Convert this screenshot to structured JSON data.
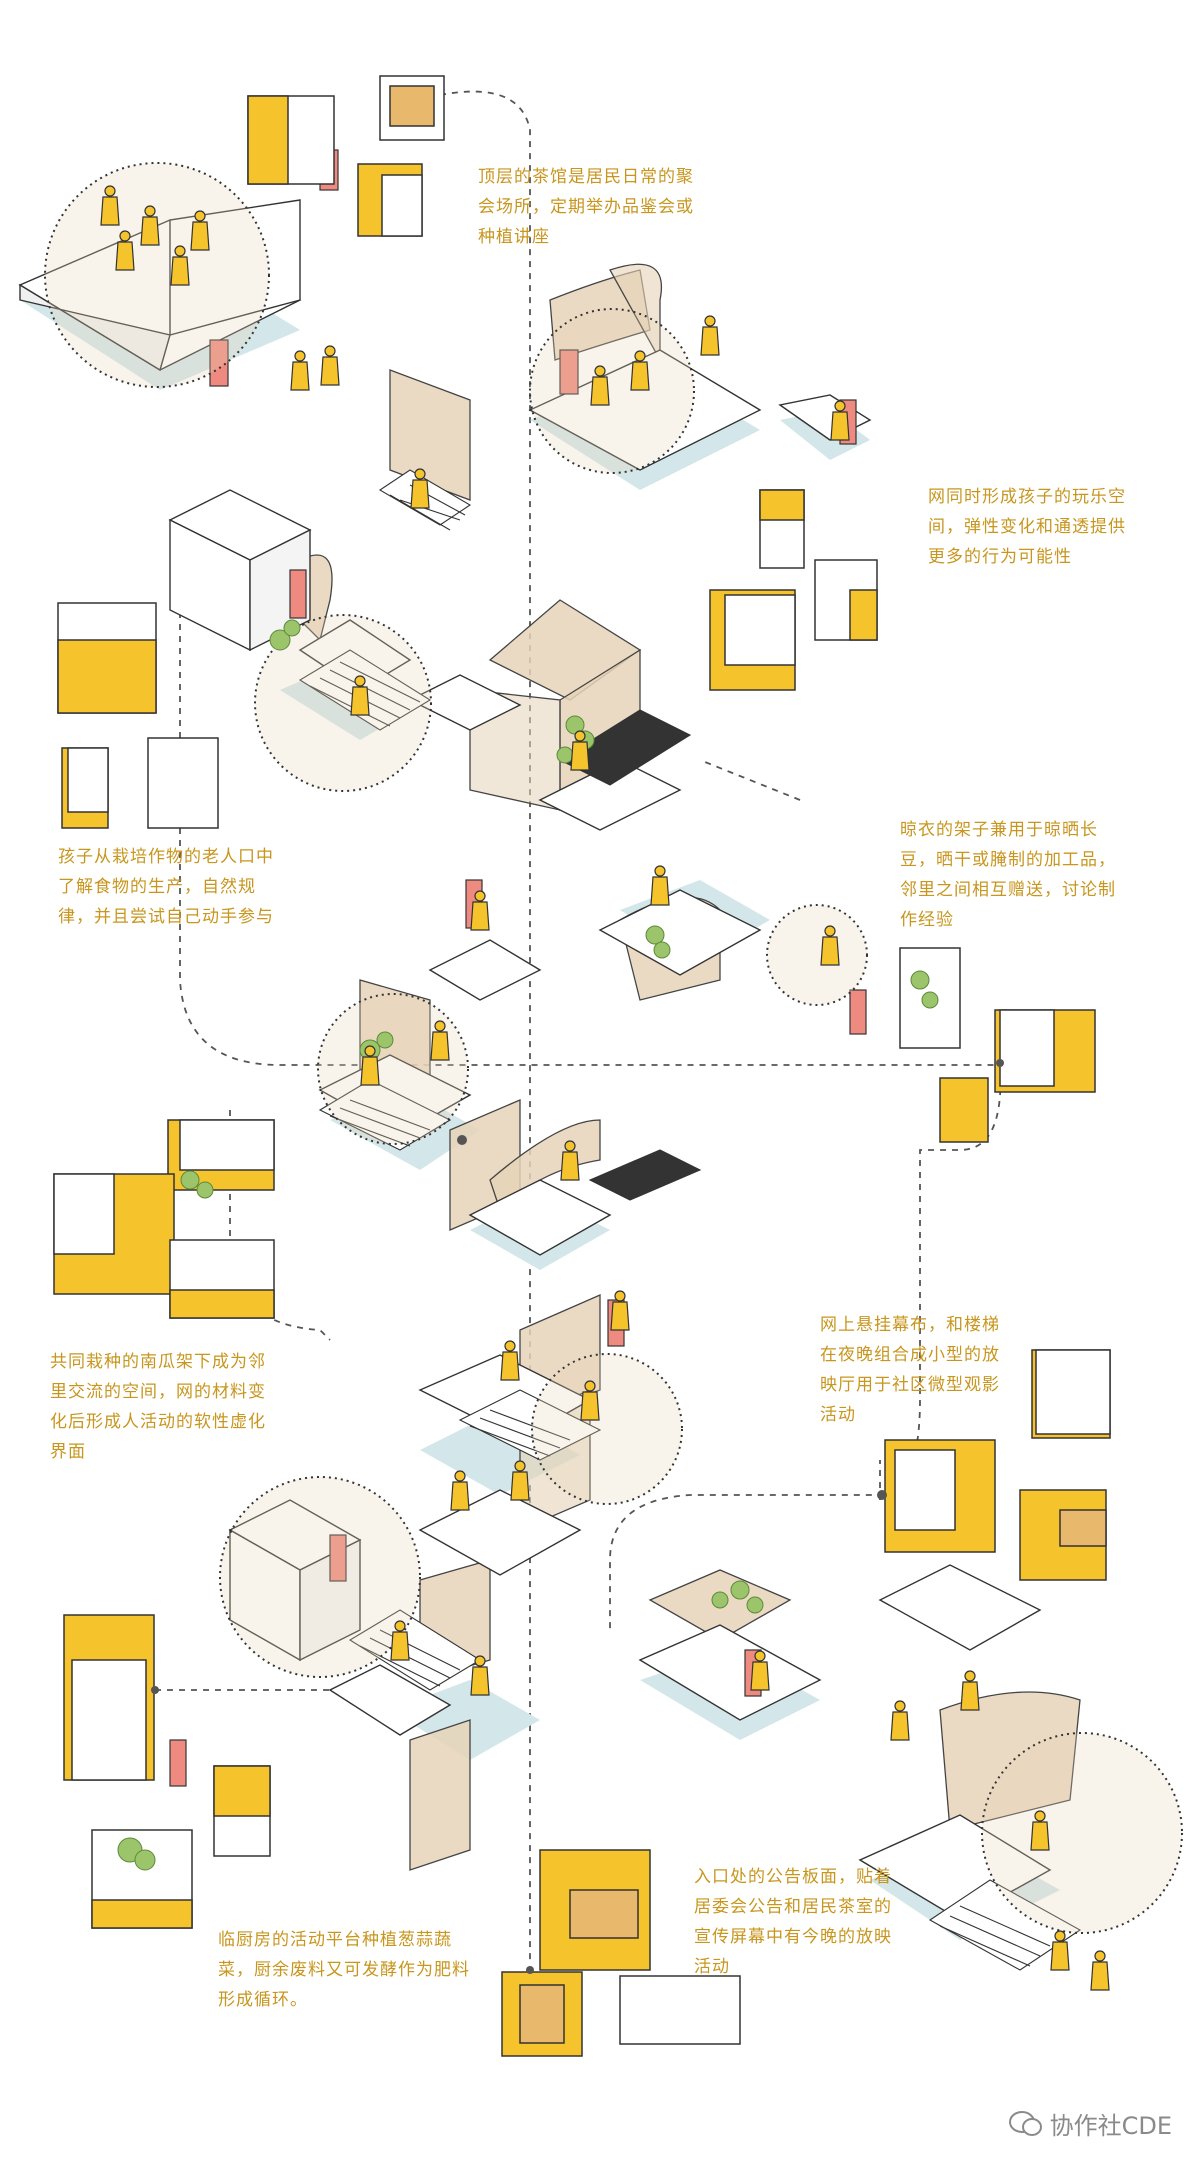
{
  "captions": {
    "tea_house": "顶层的茶馆是居民日常的聚会场所，定期举办品鉴会或种植讲座",
    "net_play": "网同时形成孩子的玩乐空间，弹性变化和通透提供更多的行为可能性",
    "children_planting": "孩子从栽培作物的老人口中了解食物的生产，自然规律，并且尝试自己动手参与",
    "drying_rack": "晾衣的架子兼用于晾晒长豆，晒干或腌制的加工品，邻里之间相互赠送，讨论制作经验",
    "pumpkin_trellis": "共同栽种的南瓜架下成为邻里交流的空间，网的材料变化后形成人活动的软性虚化界面",
    "cinema": "网上悬挂幕布，和楼梯在夜晚组合成小型的放映厅用于社区微型观影活动",
    "notice_board": "入口处的公告板面，贴着居委会公告和居民茶室的宣传屏幕中有今晚的放映活动",
    "kitchen_platform": "临厨房的活动平台种植葱蒜蔬菜，厨余废料又可发酵作为肥料形成循环。"
  },
  "watermark": "协作社CDE",
  "colors": {
    "accent_yellow": "#f5c32c",
    "caption_gold": "#c8961e",
    "door_red": "#ef8a80",
    "net_beige": "#e6d3b8",
    "shadow_blue": "#d3e6e9",
    "line_dark": "#333333"
  }
}
